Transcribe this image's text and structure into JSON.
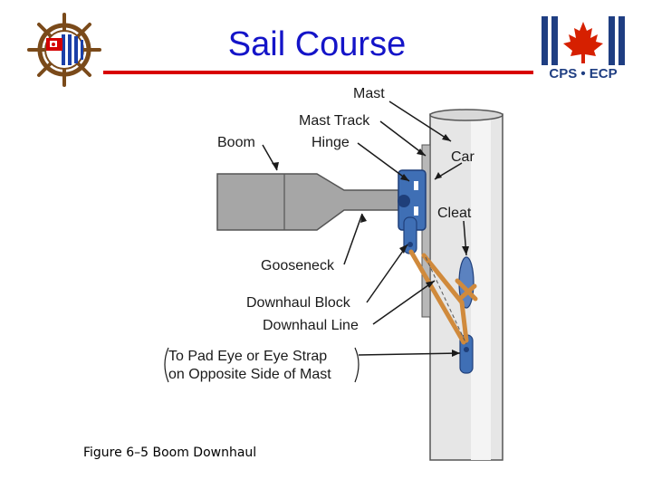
{
  "slide": {
    "title": "Sail Course",
    "caption": "Figure 6–5 Boom Downhaul"
  },
  "logos": {
    "left": {
      "icon": "ships-wheel-flag-icon"
    },
    "right": {
      "icon": "maple-leaf-stripes-icon",
      "text": "CPS • ECP"
    }
  },
  "diagram": {
    "labels": {
      "mast": "Mast",
      "mast_track": "Mast Track",
      "hinge": "Hinge",
      "boom": "Boom",
      "car": "Car",
      "cleat": "Cleat",
      "gooseneck": "Gooseneck",
      "downhaul_block": "Downhaul Block",
      "downhaul_line": "Downhaul Line",
      "pad_eye_1": "To Pad Eye or Eye Strap",
      "pad_eye_2": "on Opposite Side of Mast"
    }
  },
  "colors": {
    "title": "#1414c8",
    "rule": "#d80000",
    "hardware": "#3f6fb5",
    "line": "#d08a3c",
    "mast": "#e4e4e4",
    "boom": "#a6a6a6"
  }
}
